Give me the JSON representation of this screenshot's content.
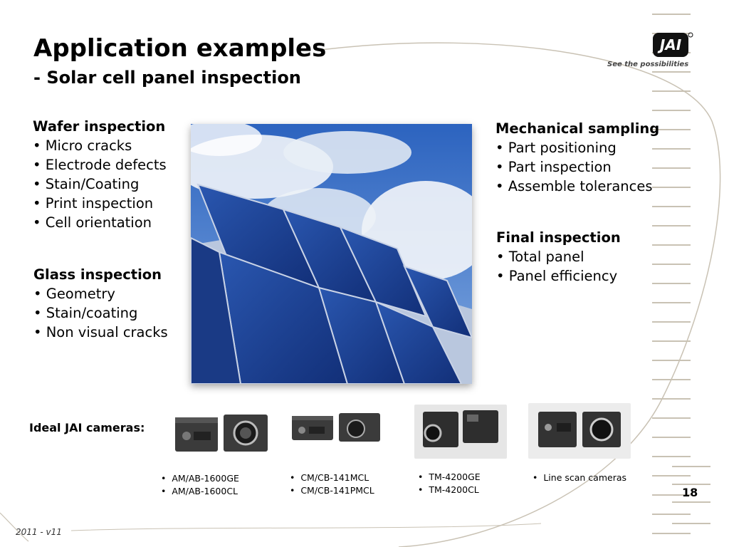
{
  "slide": {
    "title": "Application examples",
    "subtitle": "- Solar cell panel inspection",
    "page_number": "18",
    "version": "2011 - v11"
  },
  "logo": {
    "brand": "JAI",
    "slogan": "See the possibilities"
  },
  "wafer": {
    "heading": "Wafer inspection",
    "items": [
      "Micro cracks",
      "Electrode defects",
      "Stain/Coating",
      "Print inspection",
      "Cell orientation"
    ]
  },
  "glass": {
    "heading": "Glass inspection",
    "items": [
      "Geometry",
      "Stain/coating",
      "Non visual cracks"
    ]
  },
  "mechanical": {
    "heading": "Mechanical sampling",
    "items": [
      "Part positioning",
      "Part inspection",
      "Assemble tolerances"
    ]
  },
  "final": {
    "heading": "Final inspection",
    "items": [
      "Total panel",
      "Panel efficiency"
    ]
  },
  "cameras": {
    "label": "Ideal JAI cameras:",
    "groups": [
      {
        "models": [
          "AM/AB-1600GE",
          "AM/AB-1600CL"
        ]
      },
      {
        "models": [
          "CM/CB-141MCL",
          "CM/CB-141PMCL"
        ]
      },
      {
        "models": [
          "TM-4200GE",
          "TM-4200CL"
        ]
      },
      {
        "models": [
          "Line scan cameras"
        ]
      }
    ]
  },
  "colors": {
    "sky": "#3a6fc4",
    "panel": "#1b3f8f",
    "camera_body": "#3b3b3b",
    "decor_lines": "#c9c2b4"
  }
}
